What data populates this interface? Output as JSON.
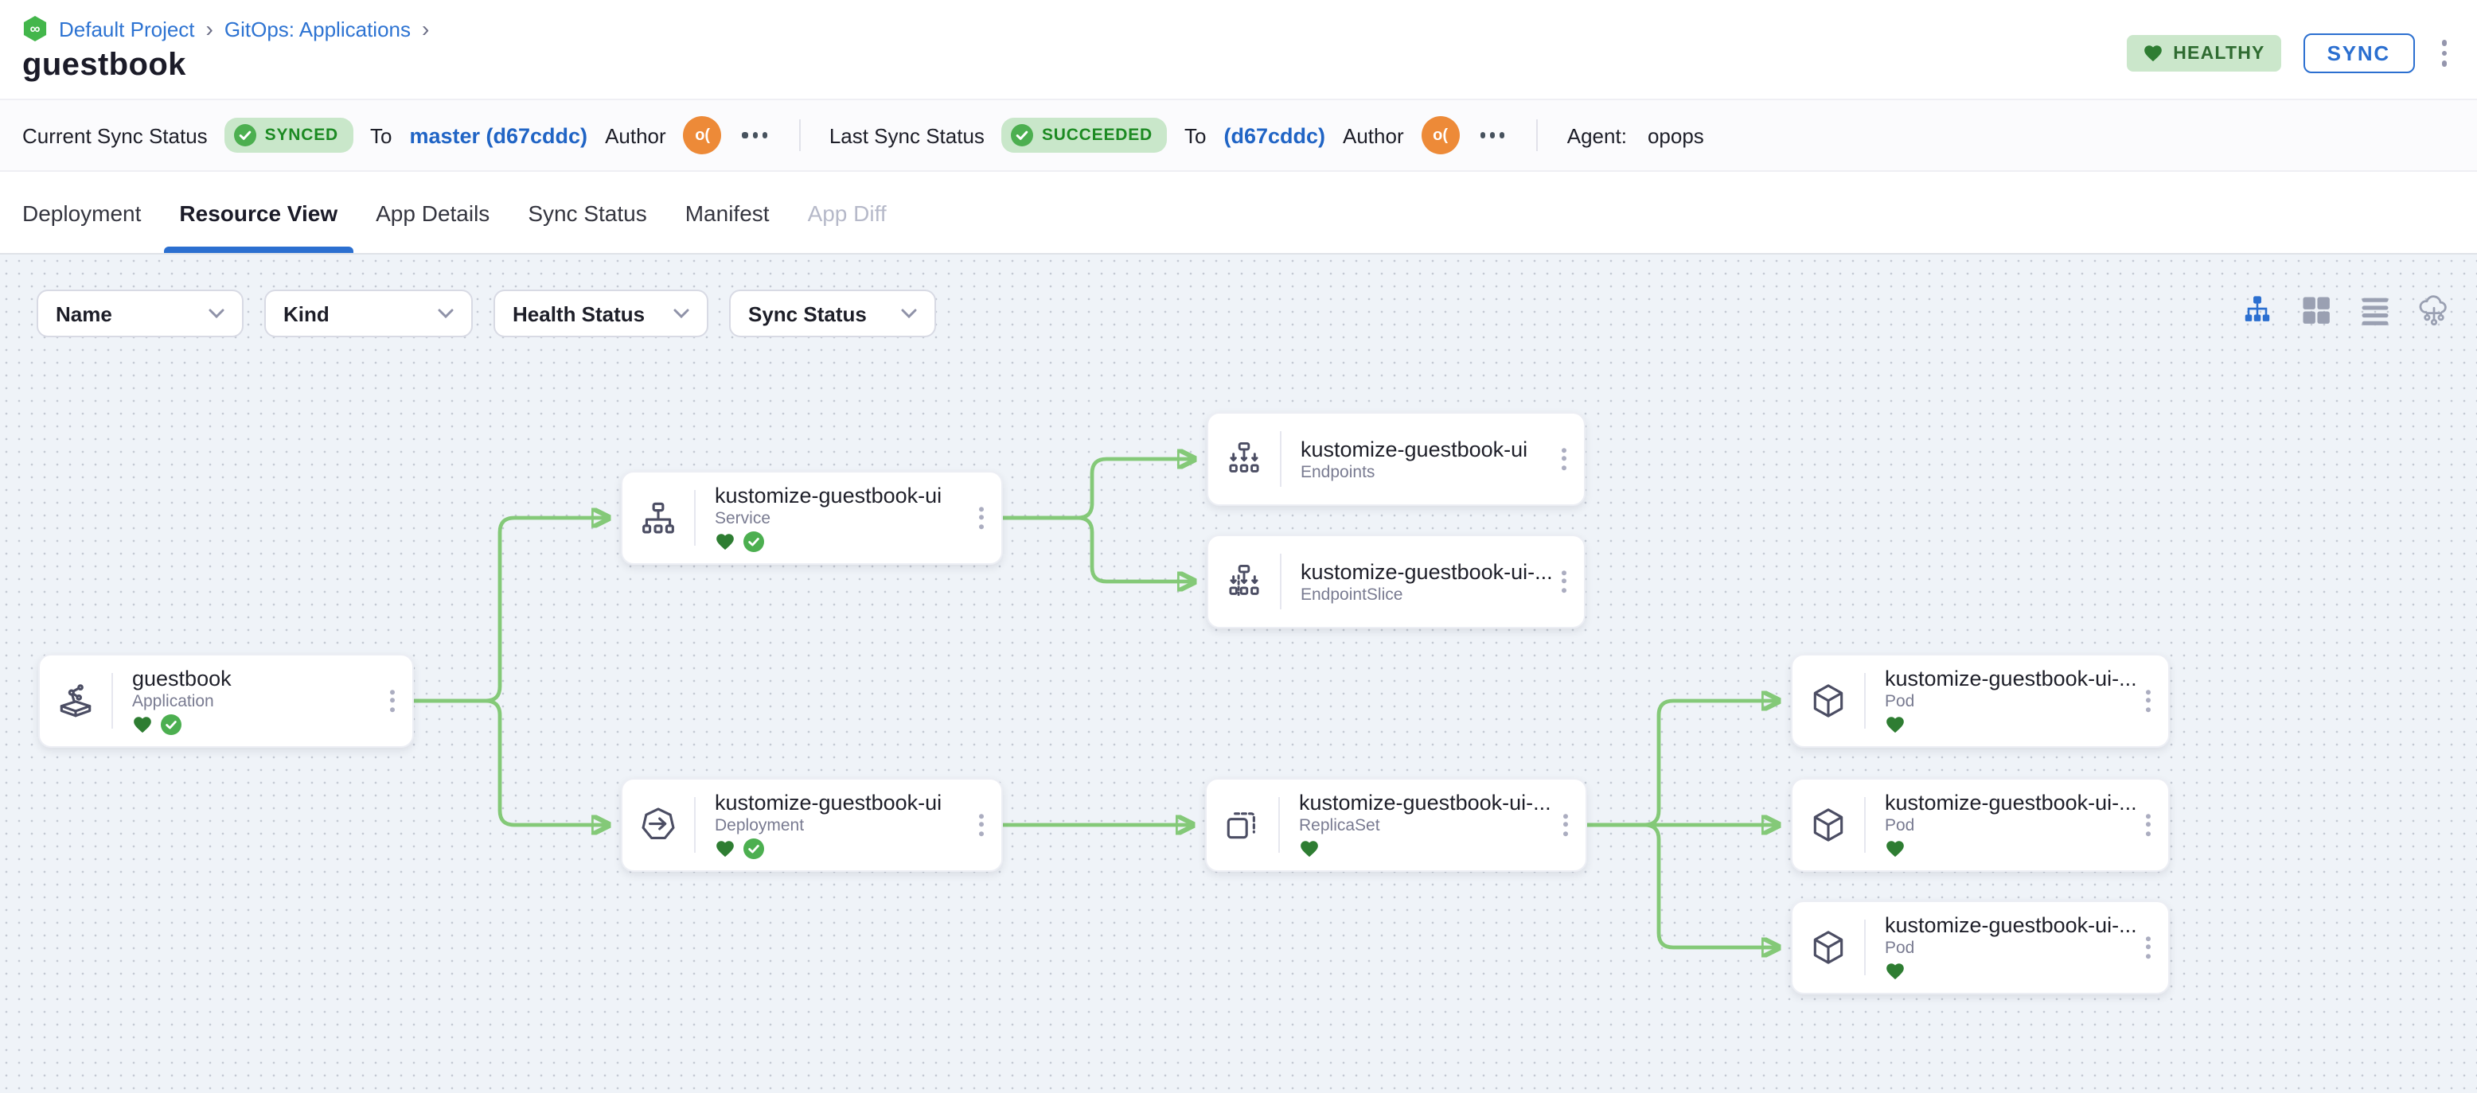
{
  "colors": {
    "accent": "#2b6fd0",
    "edge": "#84c978",
    "health_green": "#2e7d32",
    "sync_check_green": "#4caf50",
    "badge_bg": "#cbe7cb",
    "avatar_orange": "#ed8a38"
  },
  "breadcrumb": {
    "items": [
      "Default Project",
      "GitOps: Applications"
    ],
    "separator": "›",
    "logo": "∞"
  },
  "page": {
    "title": "guestbook"
  },
  "header_actions": {
    "health_badge": "HEALTHY",
    "sync_button": "SYNC"
  },
  "status_bar": {
    "current_label": "Current Sync Status",
    "current_badge": "SYNCED",
    "current_to": "To",
    "current_revision": "master (d67cddc)",
    "current_author_label": "Author",
    "current_avatar": "o(",
    "last_label": "Last Sync Status",
    "last_badge": "SUCCEEDED",
    "last_to": "To",
    "last_revision": "(d67cddc)",
    "last_author_label": "Author",
    "last_avatar": "o(",
    "agent_label": "Agent:",
    "agent_value": "opops"
  },
  "tabs": [
    {
      "label": "Deployment",
      "state": "default"
    },
    {
      "label": "Resource View",
      "state": "active"
    },
    {
      "label": "App Details",
      "state": "default"
    },
    {
      "label": "Sync Status",
      "state": "default"
    },
    {
      "label": "Manifest",
      "state": "default"
    },
    {
      "label": "App Diff",
      "state": "disabled"
    }
  ],
  "filters": [
    {
      "label": "Name"
    },
    {
      "label": "Kind"
    },
    {
      "label": "Health Status"
    },
    {
      "label": "Sync Status"
    }
  ],
  "view_toggles": [
    {
      "name": "tree-view",
      "active": true
    },
    {
      "name": "grid-view",
      "active": false
    },
    {
      "name": "list-view",
      "active": false
    },
    {
      "name": "network-view",
      "active": false
    }
  ],
  "graph": {
    "nodes": [
      {
        "id": "app",
        "title": "guestbook",
        "kind": "Application",
        "icon": "application",
        "healthy": true,
        "synced": true
      },
      {
        "id": "svc",
        "title": "kustomize-guestbook-ui",
        "kind": "Service",
        "icon": "service",
        "healthy": true,
        "synced": true
      },
      {
        "id": "ep",
        "title": "kustomize-guestbook-ui",
        "kind": "Endpoints",
        "icon": "endpoints",
        "healthy": false,
        "synced": false
      },
      {
        "id": "eps",
        "title": "kustomize-guestbook-ui-...",
        "kind": "EndpointSlice",
        "icon": "endpointslice",
        "healthy": false,
        "synced": false
      },
      {
        "id": "dep",
        "title": "kustomize-guestbook-ui",
        "kind": "Deployment",
        "icon": "deployment",
        "healthy": true,
        "synced": true
      },
      {
        "id": "rs",
        "title": "kustomize-guestbook-ui-...",
        "kind": "ReplicaSet",
        "icon": "replicaset",
        "healthy": true,
        "synced": false
      },
      {
        "id": "pod1",
        "title": "kustomize-guestbook-ui-...",
        "kind": "Pod",
        "icon": "pod",
        "healthy": true,
        "synced": false
      },
      {
        "id": "pod2",
        "title": "kustomize-guestbook-ui-...",
        "kind": "Pod",
        "icon": "pod",
        "healthy": true,
        "synced": false
      },
      {
        "id": "pod3",
        "title": "kustomize-guestbook-ui-...",
        "kind": "Pod",
        "icon": "pod",
        "healthy": true,
        "synced": false
      }
    ]
  }
}
